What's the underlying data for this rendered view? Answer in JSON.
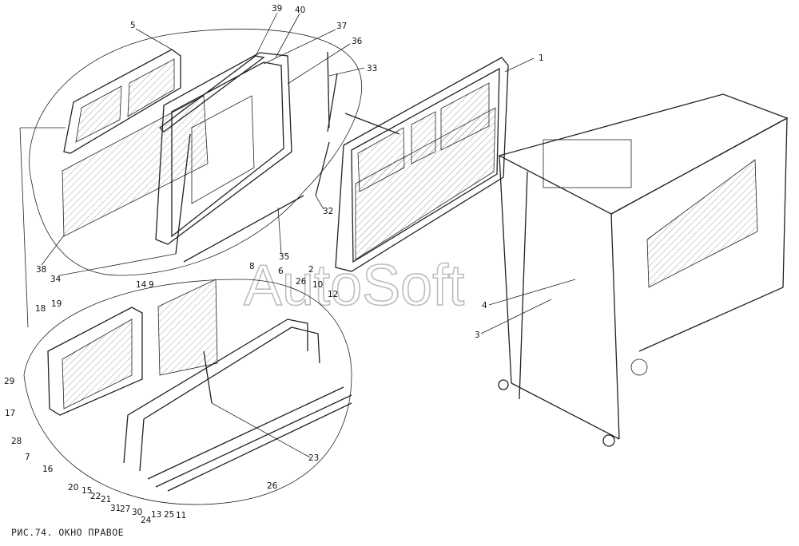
{
  "caption": "РИС.74. ОКНО ПРАВОЕ",
  "watermark": "AutoSoft",
  "callouts": [
    "5",
    "39",
    "40",
    "37",
    "36",
    "33",
    "1",
    "32",
    "35",
    "34",
    "38",
    "2",
    "8",
    "6",
    "26",
    "10",
    "12",
    "14",
    "9",
    "18",
    "19",
    "29",
    "17",
    "28",
    "7",
    "16",
    "20",
    "15",
    "22",
    "21",
    "31",
    "27",
    "30",
    "13",
    "24",
    "25",
    "11",
    "4",
    "3",
    "23",
    "26"
  ]
}
